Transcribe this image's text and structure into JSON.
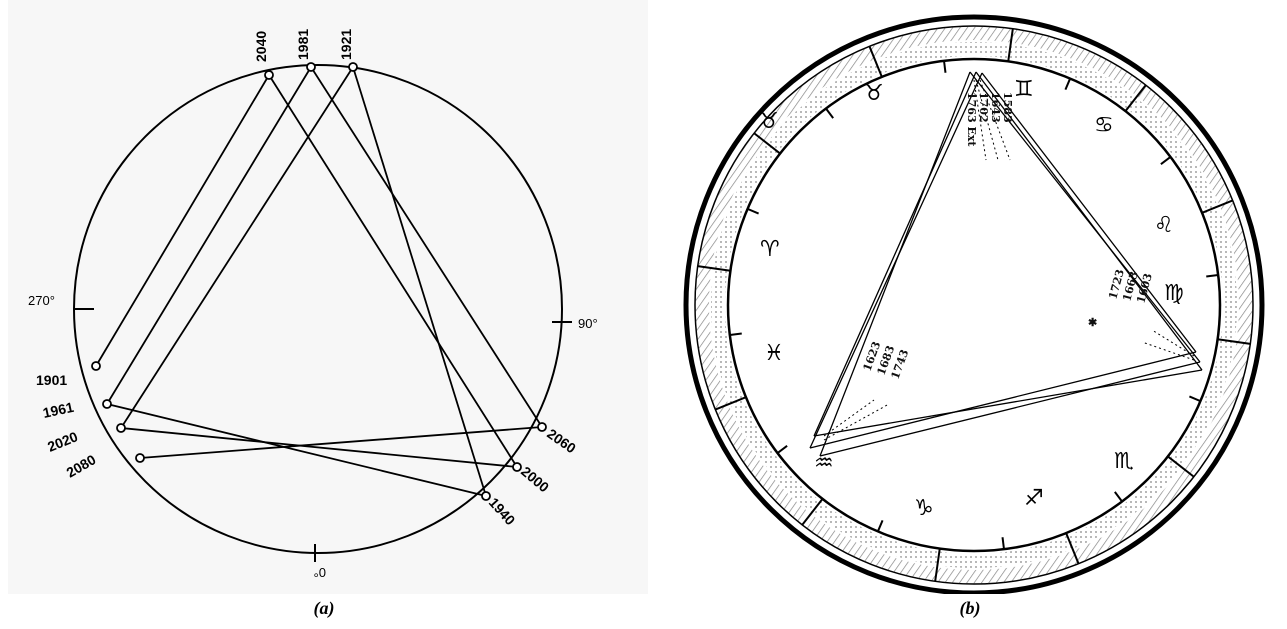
{
  "panel_a": {
    "caption": "(a)",
    "angle_labels": {
      "deg270": "270°",
      "deg90": "90°",
      "deg0": "0°"
    },
    "points": [
      {
        "year": "2040",
        "connects_to": [
          "2000",
          "1901"
        ]
      },
      {
        "year": "1981",
        "connects_to": [
          "2060",
          "1961"
        ]
      },
      {
        "year": "1921",
        "connects_to": [
          "1940",
          "2020"
        ]
      },
      {
        "year": "1901",
        "connects_to": [
          "2040"
        ]
      },
      {
        "year": "1961",
        "connects_to": [
          "1940",
          "1981"
        ]
      },
      {
        "year": "2020",
        "connects_to": [
          "2000",
          "1921"
        ]
      },
      {
        "year": "2080",
        "connects_to": [
          "2060"
        ]
      },
      {
        "year": "2060",
        "connects_to": [
          "1981",
          "2080"
        ]
      },
      {
        "year": "2000",
        "connects_to": [
          "2040",
          "2020"
        ]
      },
      {
        "year": "1940",
        "connects_to": [
          "1921",
          "1961"
        ]
      }
    ]
  },
  "panel_b": {
    "caption": "(b)",
    "labels": {
      "top": [
        "1583",
        "1643",
        "1702",
        "1763 Ext"
      ],
      "right": [
        "1723",
        "1663",
        "1603"
      ],
      "left": [
        "1623",
        "1683",
        "1743"
      ]
    }
  }
}
